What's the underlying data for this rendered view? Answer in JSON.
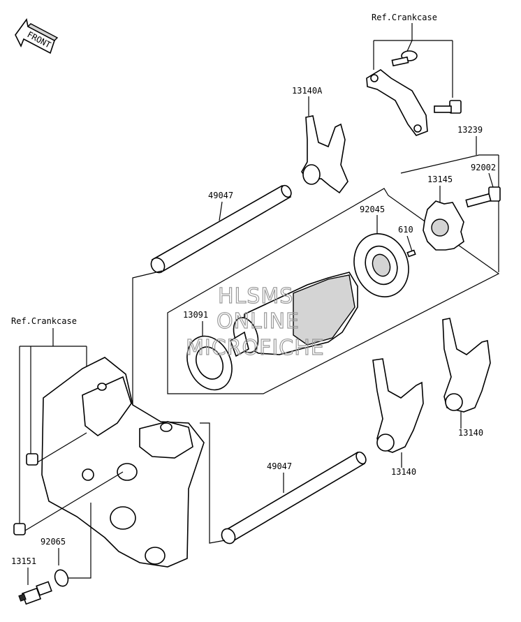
{
  "watermark": {
    "line1": "HLSMS",
    "line2": "ONLINE",
    "line3": "MICROFICHE"
  },
  "front_arrow": {
    "label": "FRONT"
  },
  "labels": {
    "ref_crankcase_top": "Ref.Crankcase",
    "ref_crankcase_left": "Ref.Crankcase",
    "p13140A": "13140A",
    "p13239": "13239",
    "p92002": "92002",
    "p13145": "13145",
    "p92045": "92045",
    "p610": "610",
    "p49047_top": "49047",
    "p49047_bottom": "49047",
    "p13091": "13091",
    "p13140_right": "13140",
    "p13140_mid": "13140",
    "p92065": "92065",
    "p13151": "13151"
  }
}
